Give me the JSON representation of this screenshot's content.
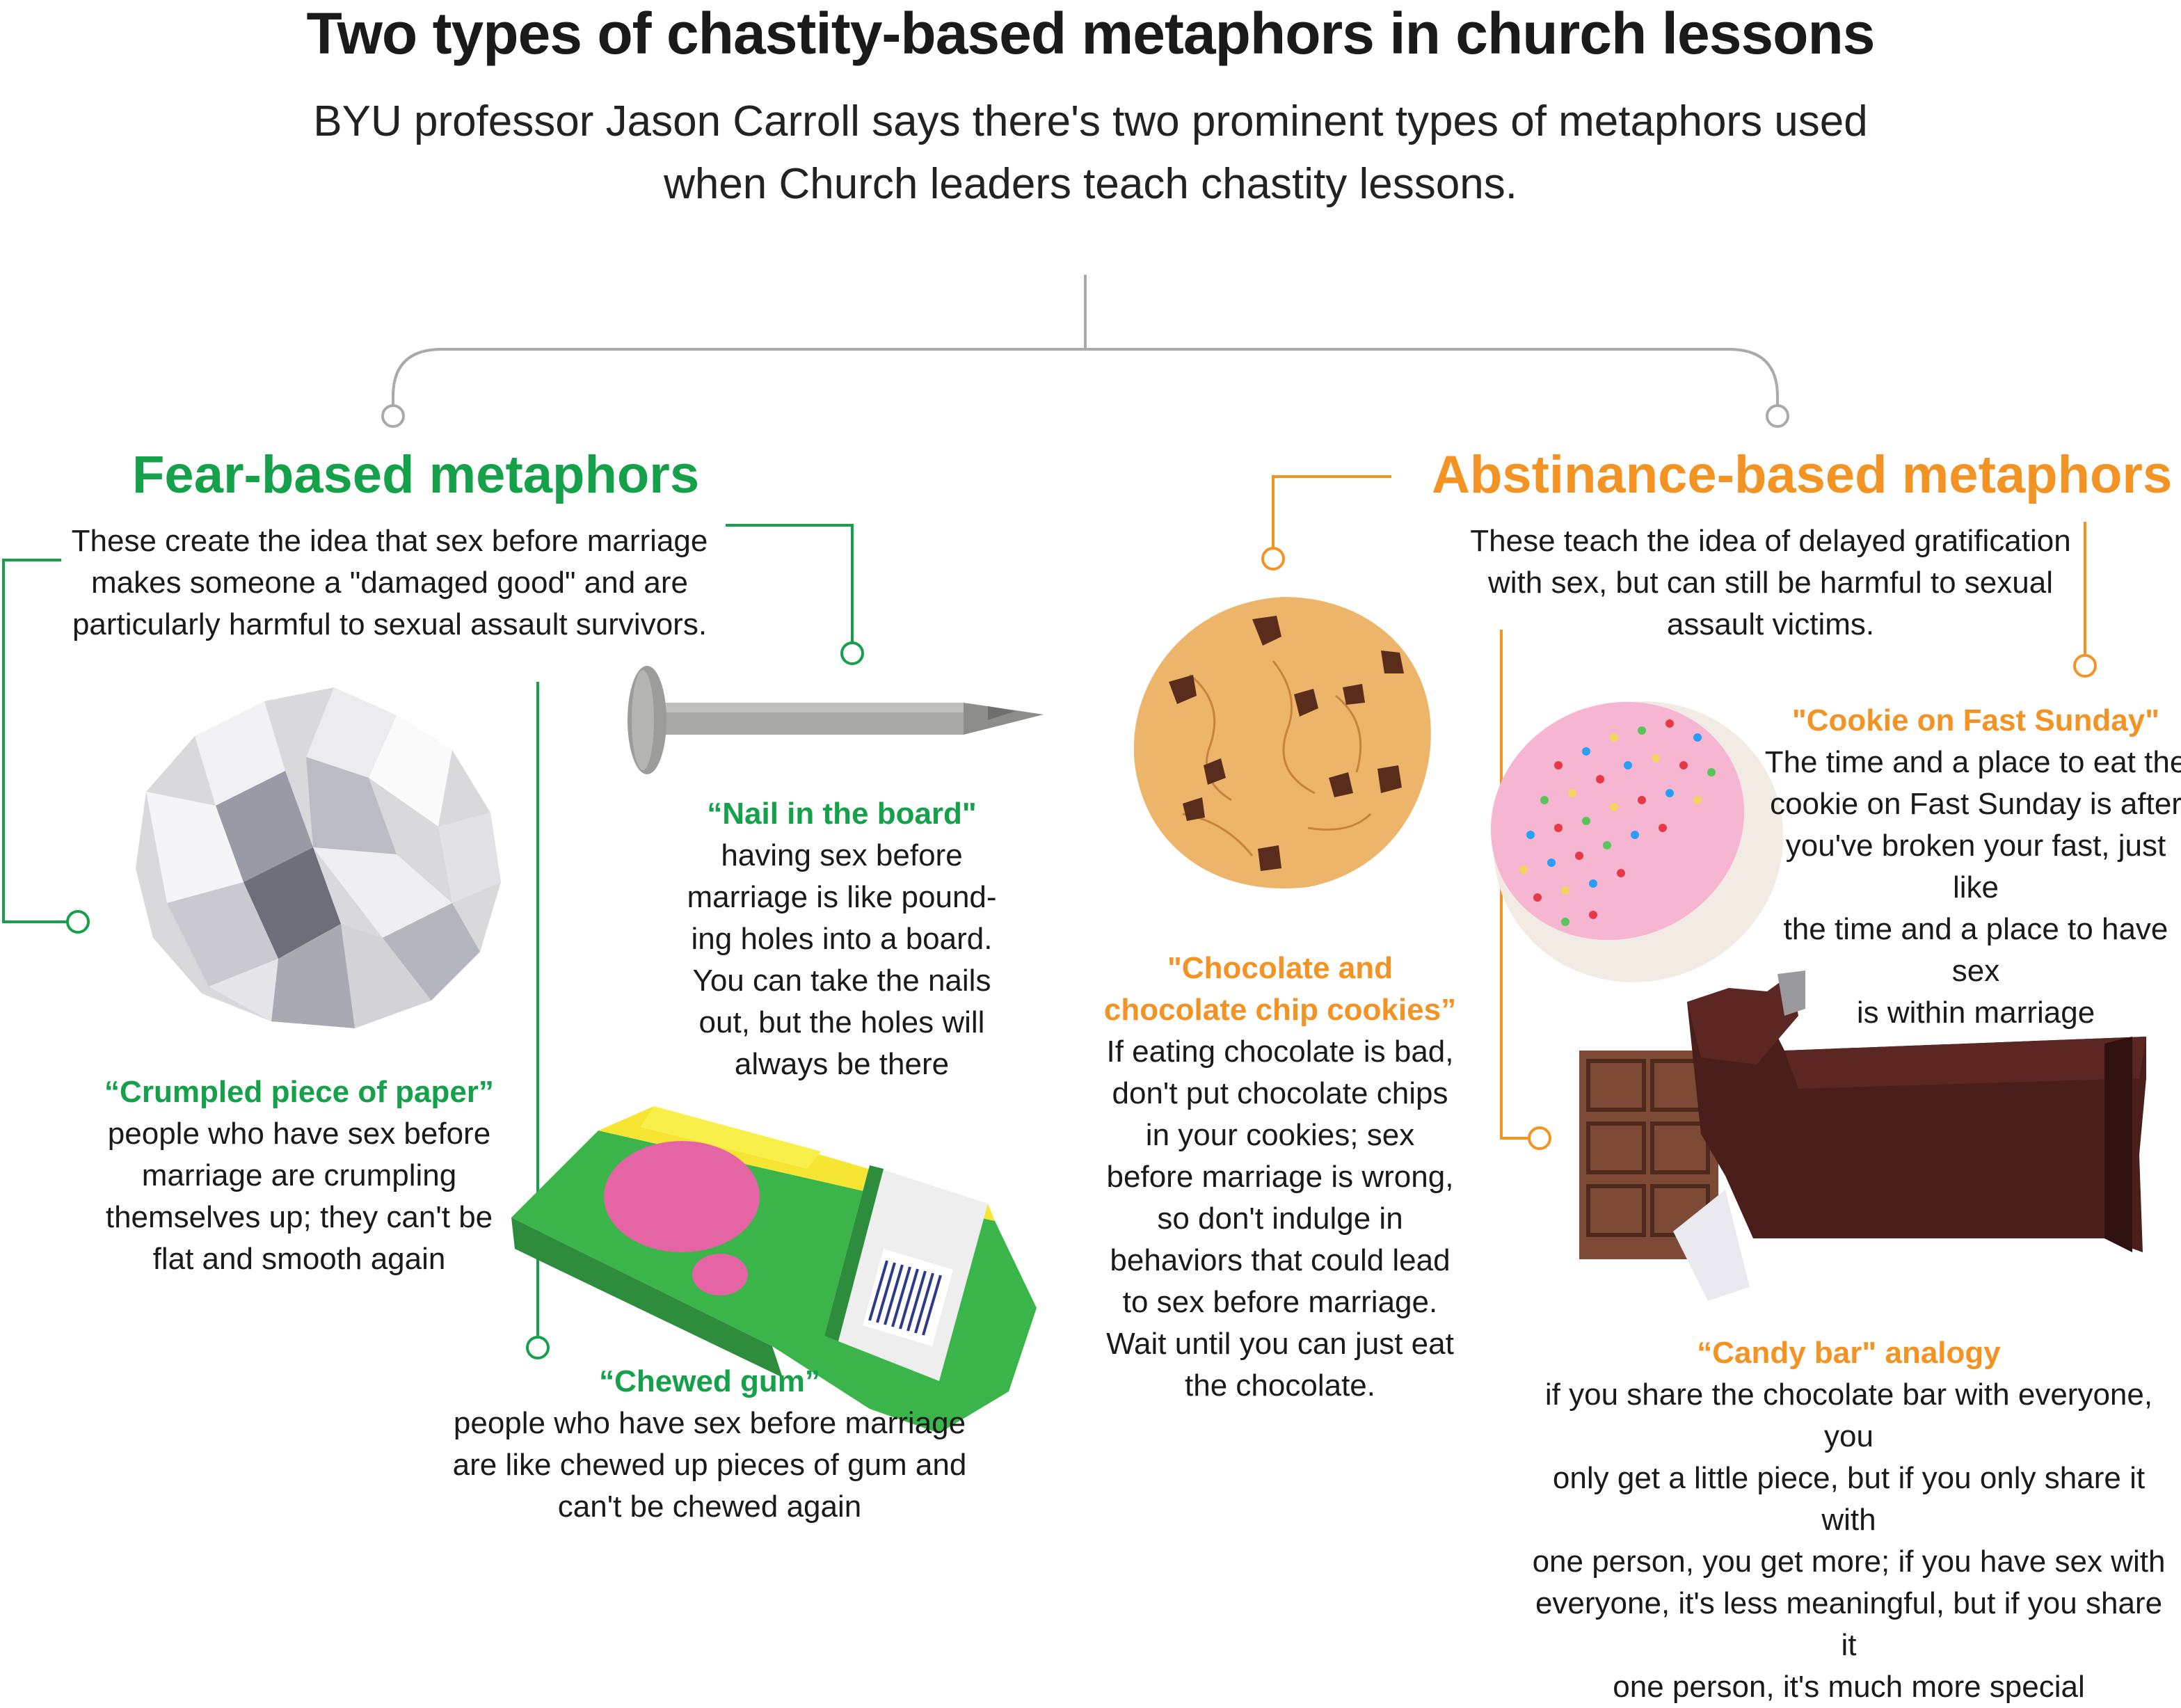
{
  "header": {
    "title": "Two types of chastity-based metaphors in church lessons",
    "subtitle_line1": "BYU professor Jason Carroll says there's two prominent types of metaphors used",
    "subtitle_line2": "when Church leaders teach chastity lessons."
  },
  "fear": {
    "heading": "Fear-based metaphors",
    "desc_lines": [
      "These create the idea that sex before marriage",
      "makes someone a \"damaged good\" and are",
      "particularly harmful to sexual assault survivors."
    ],
    "items": {
      "paper": {
        "title": "“Crumpled piece of paper”",
        "lines": [
          "people who have sex before",
          "marriage are crumpling",
          "themselves up; they can't be",
          "flat and smooth again"
        ]
      },
      "nail": {
        "title": "“Nail in the board\"",
        "lines": [
          "having sex before",
          "marriage is like pound-",
          "ing holes into a board.",
          "You can take the nails",
          "out, but the holes will",
          "always be there"
        ]
      },
      "gum": {
        "title": "“Chewed gum”",
        "lines": [
          "people who have sex before marriage",
          "are like chewed up pieces of gum and",
          "can't be chewed again"
        ]
      }
    }
  },
  "abstinence": {
    "heading": "Abstinance-based metaphors",
    "desc_lines": [
      "These teach the idea of delayed gratification",
      "with sex, but can still be harmful to sexual",
      "assault victims."
    ],
    "items": {
      "cookies": {
        "title_lines": [
          "\"Chocolate and",
          "chocolate chip cookies”"
        ],
        "lines": [
          "If eating chocolate is bad,",
          "don't put chocolate chips",
          "in your cookies; sex",
          "before marriage is wrong,",
          "so don't indulge in",
          "behaviors that could lead",
          "to sex before marriage.",
          "Wait until you can just eat",
          "the chocolate."
        ]
      },
      "fast_sunday": {
        "title": "\"Cookie on Fast Sunday\"",
        "lines": [
          "The time and a place to eat the",
          "cookie on Fast Sunday is after",
          "you've broken your fast, just like",
          "the time and a place to have sex",
          "is within marriage"
        ]
      },
      "candy": {
        "title": "“Candy bar\" analogy",
        "lines": [
          "if you share the chocolate bar with everyone, you",
          "only get a little piece, but if you only share it with",
          "one person, you get more; if you have sex with",
          "everyone, it's less meaningful, but if you share it",
          "one person, it's much more special"
        ]
      }
    }
  },
  "colors": {
    "green": "#15a04a",
    "orange": "#f29324",
    "connector": "#aaaaaa"
  },
  "icons": [
    "crumpled-paper-illustration",
    "nail-illustration",
    "gum-pack-illustration",
    "cookie-illustration",
    "frosted-cookie-illustration",
    "candy-bar-illustration"
  ]
}
